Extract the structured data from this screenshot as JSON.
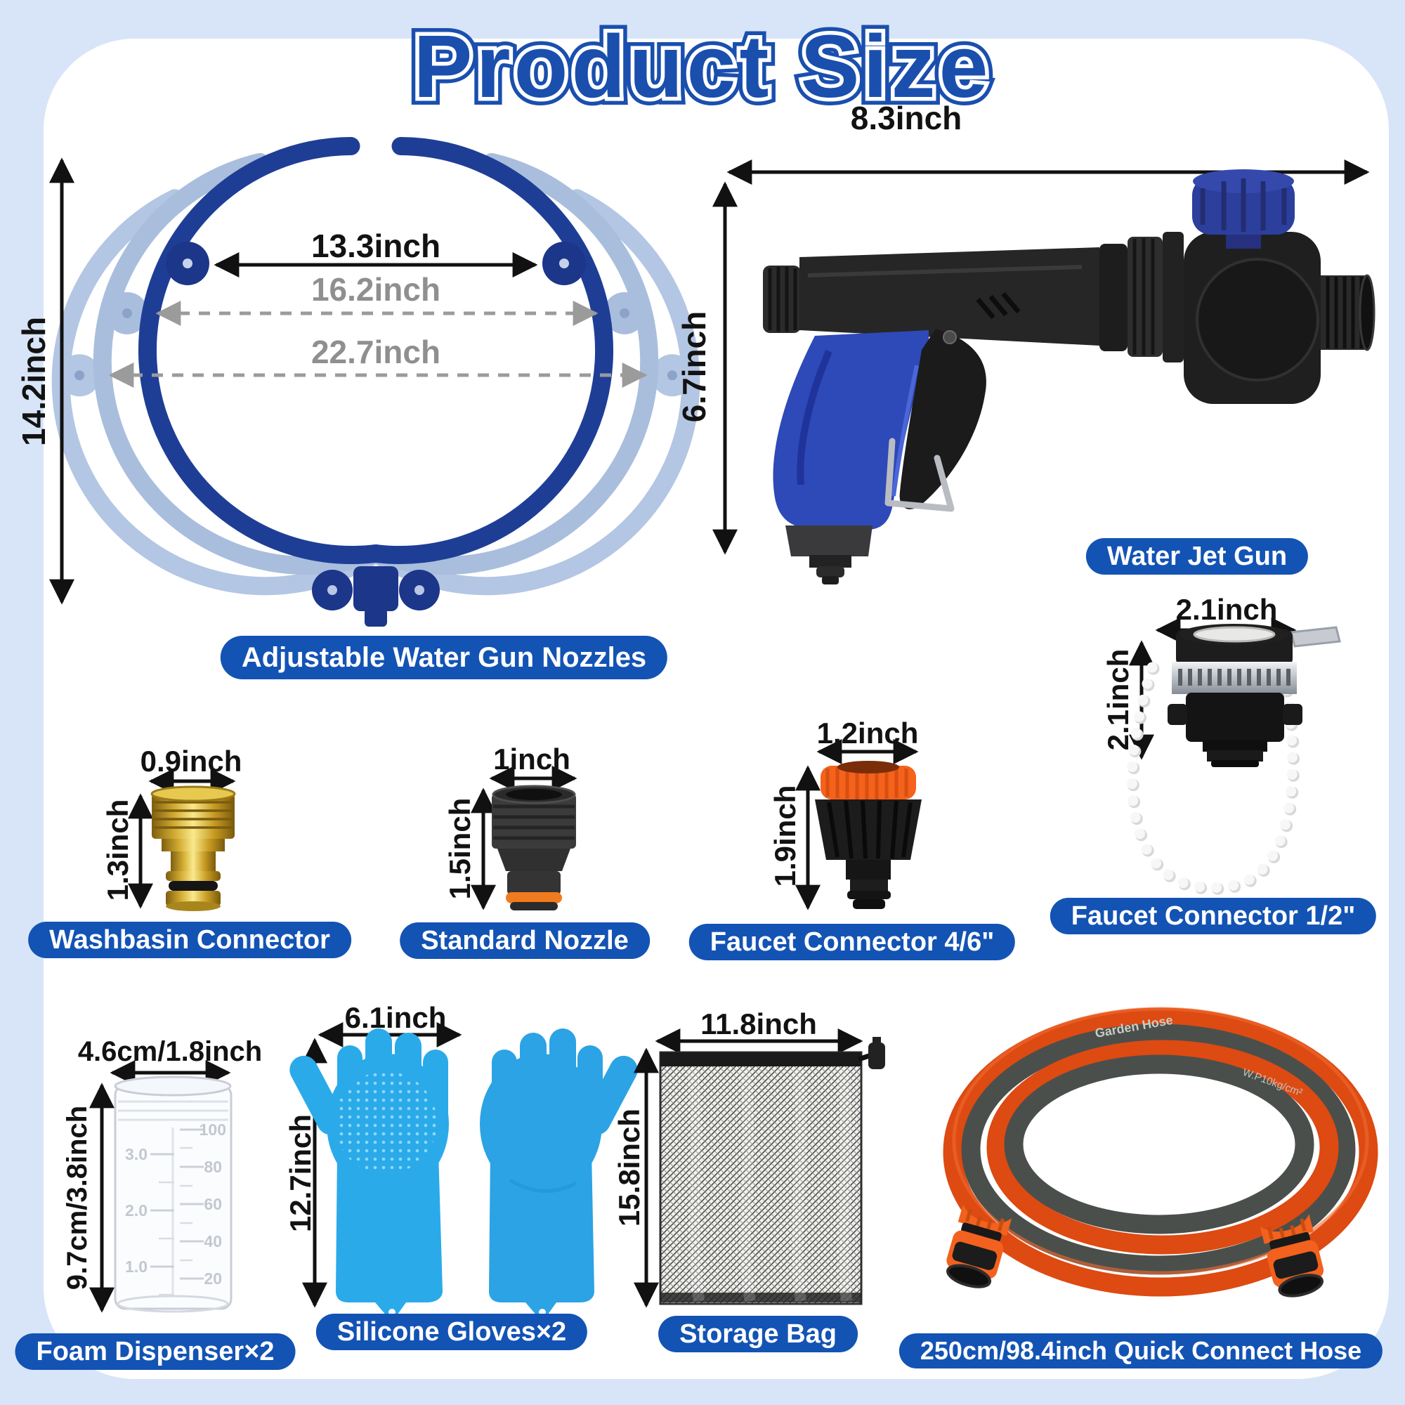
{
  "title": "Product Size",
  "colors": {
    "accent": "#1353b4",
    "background": "#d8e5f8",
    "card": "#ffffff",
    "dimension_text": "#121212",
    "dimension_muted": "#8f8f8f",
    "ring_main": "#1e3e96",
    "ring_ghost": "#a9bedd",
    "glove_blue": "#2baaea",
    "hose_orange": "#dd4a12",
    "hose_gray": "#4b4f4b",
    "brass": "#d4ad33",
    "orange_fitting": "#f4621c"
  },
  "sections": {
    "nozzles": {
      "label": "Adjustable Water Gun Nozzles",
      "height": "14.2inch",
      "width_closed": "13.3inch",
      "width_mid": "16.2inch",
      "width_open": "22.7inch"
    },
    "gun": {
      "label": "Water Jet Gun",
      "width": "8.3inch",
      "height": "6.7inch"
    },
    "washbasin": {
      "label": "Washbasin Connector",
      "width": "0.9inch",
      "height": "1.3inch"
    },
    "standard_nozzle": {
      "label": "Standard Nozzle",
      "width": "1inch",
      "height": "1.5inch"
    },
    "faucet_46": {
      "label": "Faucet Connector 4/6\"",
      "width": "1.2inch",
      "height": "1.9inch"
    },
    "faucet_12": {
      "label": "Faucet Connector 1/2\"",
      "width": "2.1inch",
      "height": "2.1inch"
    },
    "foam": {
      "label": "Foam Dispenser×2",
      "width": "4.6cm/1.8inch",
      "height": "9.7cm/3.8inch",
      "scale_right": [
        "100",
        "80",
        "60",
        "40",
        "20"
      ],
      "scale_left": [
        "3.0",
        "2.0",
        "1.0"
      ]
    },
    "gloves": {
      "label": "Silicone Gloves×2",
      "width": "6.1inch",
      "height": "12.7inch"
    },
    "bag": {
      "label": "Storage Bag",
      "width": "11.8inch",
      "height": "15.8inch"
    },
    "hose": {
      "label": "250cm/98.4inch Quick Connect Hose",
      "marking_1": "Garden Hose",
      "marking_2": "W.P10kg/cm²"
    }
  }
}
